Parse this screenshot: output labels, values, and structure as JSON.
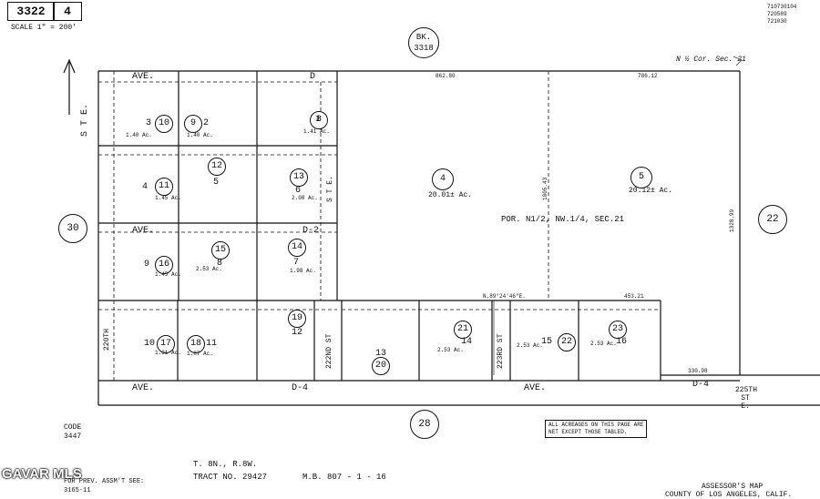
{
  "header": {
    "map_number": "3322",
    "page_number": "4",
    "scale": "SCALE 1\" = 200'",
    "top_right_codes": [
      "710730104",
      "720589",
      "721030"
    ]
  },
  "book_ref": {
    "label": "BK.",
    "number": "3318"
  },
  "streets": {
    "ave_d_top_left": "AVE.",
    "ave_d_top_right": "D",
    "ave_d2_left": "AVE.",
    "ave_d2_right": "D-2",
    "ave_d4_left": "AVE.",
    "ave_d4_mid": "D-4",
    "ave_d4_right_left": "AVE.",
    "ave_d4_right": "D-4",
    "st_e_left": "S T E.",
    "st_e_mid": "S T E.",
    "st_220th": "220TH",
    "st_222nd": "222ND ST",
    "st_223rd": "223RD ST",
    "st_225th": "225TH ST E."
  },
  "section_note": "N ½ Cor. Sec. 21",
  "portion_label": "POR. N1/2, NW.1/4, SEC.21",
  "adjacent_pages": [
    "30",
    "22",
    "28"
  ],
  "blocks": [
    {
      "num": "3",
      "circ": "10"
    },
    {
      "num": "2",
      "circ": "9"
    },
    {
      "num": "1",
      "circ": "8"
    },
    {
      "num": "4",
      "circ": "11"
    },
    {
      "num": "5",
      "circ": "12"
    },
    {
      "num": "6",
      "circ": "13"
    },
    {
      "num": "9",
      "circ": "16"
    },
    {
      "num": "8",
      "circ": "15"
    },
    {
      "num": "7",
      "circ": "14"
    },
    {
      "num": "10",
      "circ": "17"
    },
    {
      "num": "11",
      "circ": "18"
    },
    {
      "num": "12",
      "circ": "19"
    },
    {
      "num": "13",
      "circ": "20"
    },
    {
      "num": "14",
      "circ": "21"
    },
    {
      "num": "15",
      "circ": "22"
    },
    {
      "num": "16",
      "circ": "23"
    }
  ],
  "parcels_large": [
    {
      "circ": "4",
      "area": "20.01± Ac."
    },
    {
      "circ": "5",
      "area": "20.12± Ac."
    }
  ],
  "areas": {
    "p3": "1.40 Ac.",
    "p2": "1.40 Ac.",
    "p1": "1.41 Ac.",
    "p4": "1.45 Ac.",
    "p6": "2.08 Ac.",
    "p9": "1.45 Ac.",
    "p8": "2.53 Ac.",
    "p7": "1.98 Ac.",
    "p10": "1.31 Ac.",
    "p11": "1.87 Ac.",
    "p14": "2.53 Ac.",
    "p15": "2.53 Ac.",
    "p16": "2.53 Ac."
  },
  "dims": {
    "top_a": "862.80",
    "top_b": "786.12",
    "right_side": "1328.99",
    "mid_north": "1005.43",
    "bottom_right": "330.98",
    "east_mid": "453.21",
    "sec_line": "N.89°24'46\"E."
  },
  "notes": {
    "acreage_note_l1": "ALL ACREAGES ON THIS PAGE ARE",
    "acreage_note_l2": "NET EXCEPT THOSE TABLED.",
    "code_label": "CODE",
    "code_value": "3447",
    "prev_assmt": "FOR PREV. ASSM'T SEE:",
    "prev_assmt_value": "3165-11",
    "township": "T. 8N., R.8W.",
    "tract": "TRACT NO. 29427",
    "mb": "M.B. 807 -    1 - 16",
    "assessor_l1": "ASSESSOR'S MAP",
    "assessor_l2": "COUNTY OF LOS ANGELES, CALIF."
  },
  "watermark": "GAVAR MLS"
}
